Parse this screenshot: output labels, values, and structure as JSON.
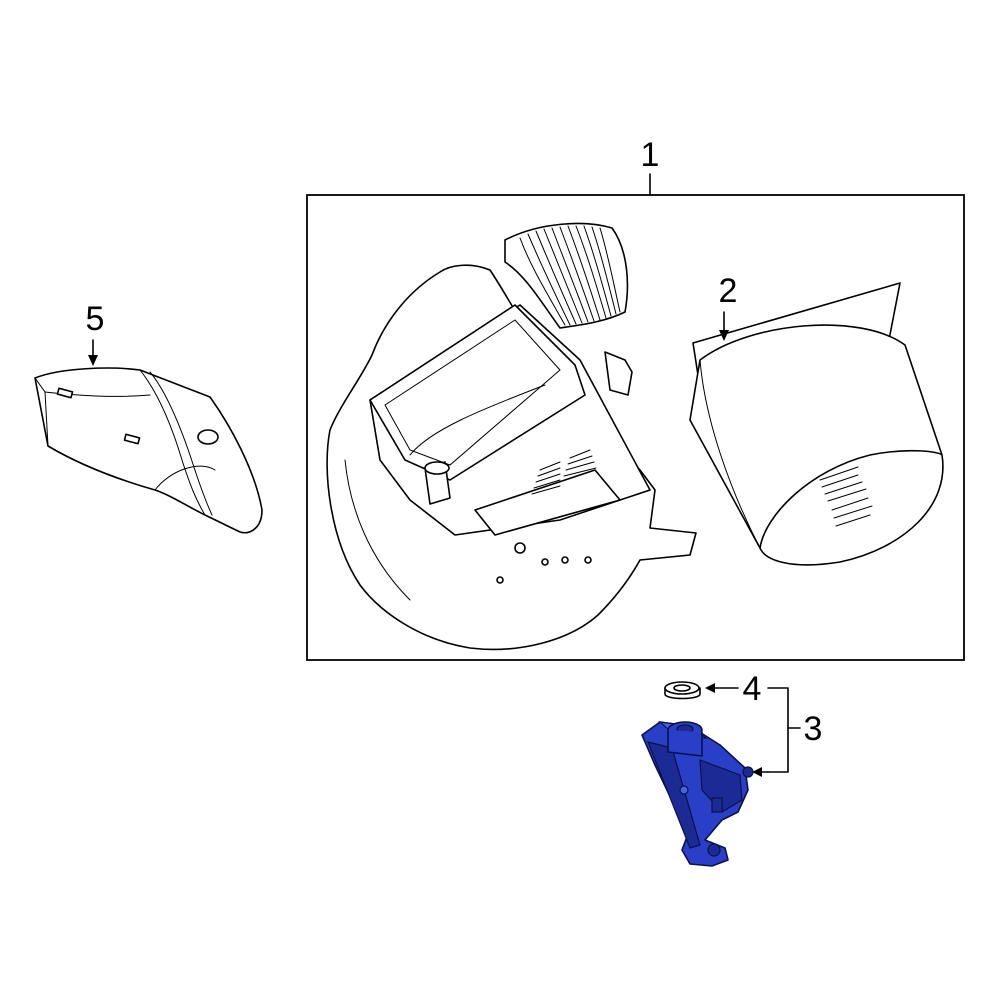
{
  "callouts": {
    "c1": "1",
    "c2": "2",
    "c3": "3",
    "c4": "4",
    "c5": "5"
  },
  "colors": {
    "highlight": "#2a3fc8",
    "line": "#000000",
    "background": "#ffffff"
  }
}
